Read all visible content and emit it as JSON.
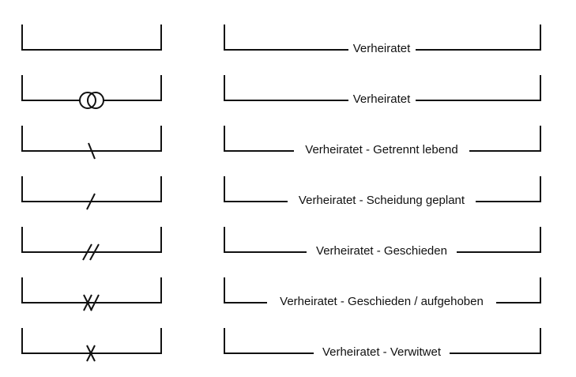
{
  "rows": [
    {
      "symbol": "none",
      "label": "Verheiratet"
    },
    {
      "symbol": "rings-icon",
      "label": "Verheiratet"
    },
    {
      "symbol": "backslash-mark",
      "label": "Verheiratet - Getrennt lebend"
    },
    {
      "symbol": "slash-mark",
      "label": "Verheiratet - Scheidung geplant"
    },
    {
      "symbol": "double-slash-mark",
      "label": "Verheiratet - Geschieden"
    },
    {
      "symbol": "double-slash-cross-mark",
      "label": "Verheiratet - Geschieden / aufgehoben"
    },
    {
      "symbol": "cross-mark",
      "label": "Verheiratet - Verwitwet"
    }
  ]
}
